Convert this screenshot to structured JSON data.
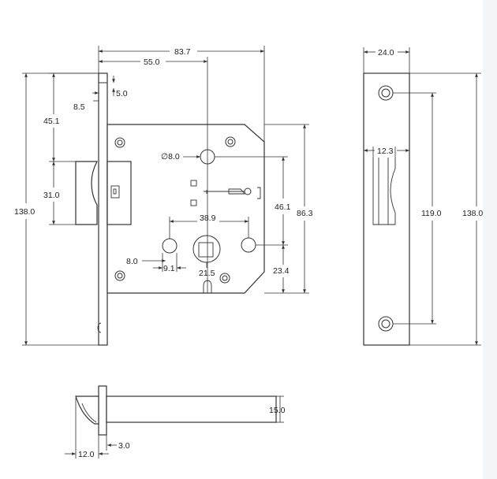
{
  "diagram": {
    "front_view": {
      "overall_width": "83.7",
      "backset": "55.0",
      "faceplate_step_height": "5.0",
      "faceplate_thickness": "8.5",
      "latch_offset": "45.1",
      "latch_height": "31.0",
      "overall_height": "138.0",
      "follower_diameter": "∅8.0",
      "latch_to_follower_distance": "46.1",
      "case_height": "86.3",
      "key_hole_spacing": "38.9",
      "hole_diameter": "8.0",
      "hole_offset": "9.1",
      "spindle_square": "21.5",
      "key_to_bottom": "23.4"
    },
    "side_view": {
      "plate_width": "24.0",
      "cutout_width": "12.3",
      "screw_spacing": "119.0",
      "plate_height": "138.0"
    },
    "bottom_view": {
      "body_height": "15.0",
      "plate_thickness": "3.0",
      "latch_projection": "12.0"
    }
  }
}
